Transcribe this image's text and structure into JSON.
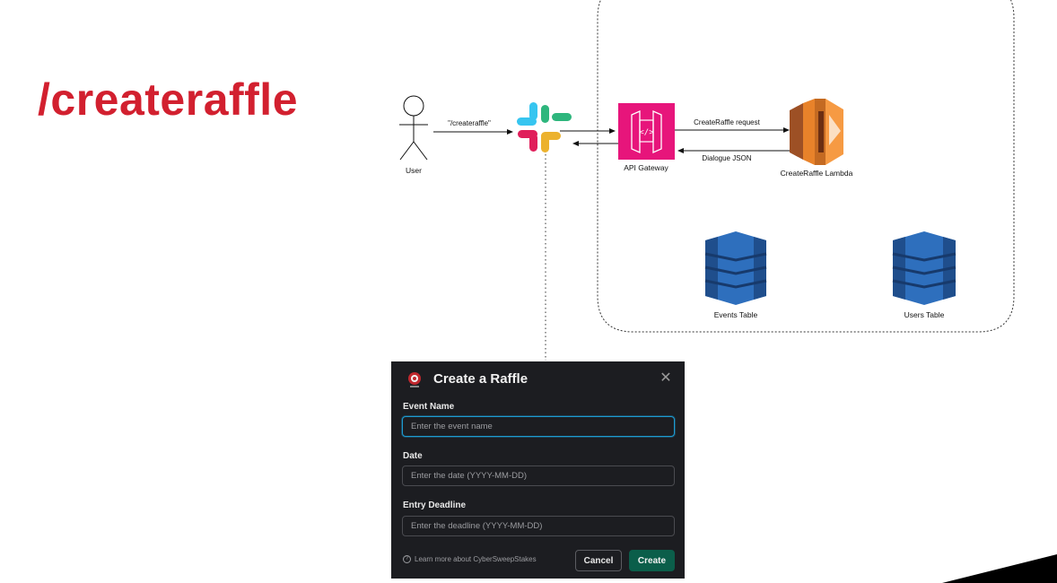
{
  "title": "/createraffle",
  "diagram": {
    "user_label": "User",
    "command_label": "\"/createraffle\"",
    "api_gateway_label": "API Gateway",
    "lambda_label": "CreateRaffle Lambda",
    "request_label": "CreateRaffle request",
    "response_label": "Dialogue JSON",
    "events_table_label": "Events Table",
    "users_table_label": "Users Table",
    "colors": {
      "api_gateway": "#e7157b",
      "lambda": "#e8822a",
      "dynamodb": "#2e6fbd",
      "slack_blue": "#36c5f0",
      "slack_green": "#2eb67d",
      "slack_red": "#e01e5a",
      "slack_yellow": "#ecb22e"
    }
  },
  "modal": {
    "title": "Create a Raffle",
    "event_name_label": "Event Name",
    "event_name_placeholder": "Enter the event name",
    "date_label": "Date",
    "date_placeholder": "Enter the date (YYYY-MM-DD)",
    "deadline_label": "Entry Deadline",
    "deadline_placeholder": "Enter the deadline (YYYY-MM-DD)",
    "learn_more": "Learn more about CyberSweepStakes",
    "cancel_label": "Cancel",
    "create_label": "Create"
  }
}
